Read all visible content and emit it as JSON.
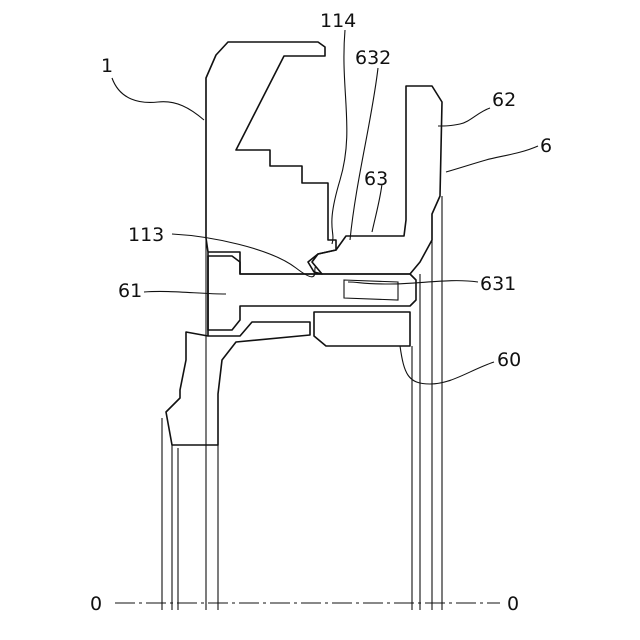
{
  "figure": {
    "background": "#ffffff",
    "ink": "#111111",
    "labels": {
      "wheel_rim": "1",
      "part_114": "114",
      "part_632": "632",
      "part_62": "62",
      "part_6": "6",
      "part_63": "63",
      "part_113": "113",
      "part_61": "61",
      "part_631": "631",
      "part_60": "60",
      "axis_left": "0",
      "axis_right": "0"
    }
  }
}
